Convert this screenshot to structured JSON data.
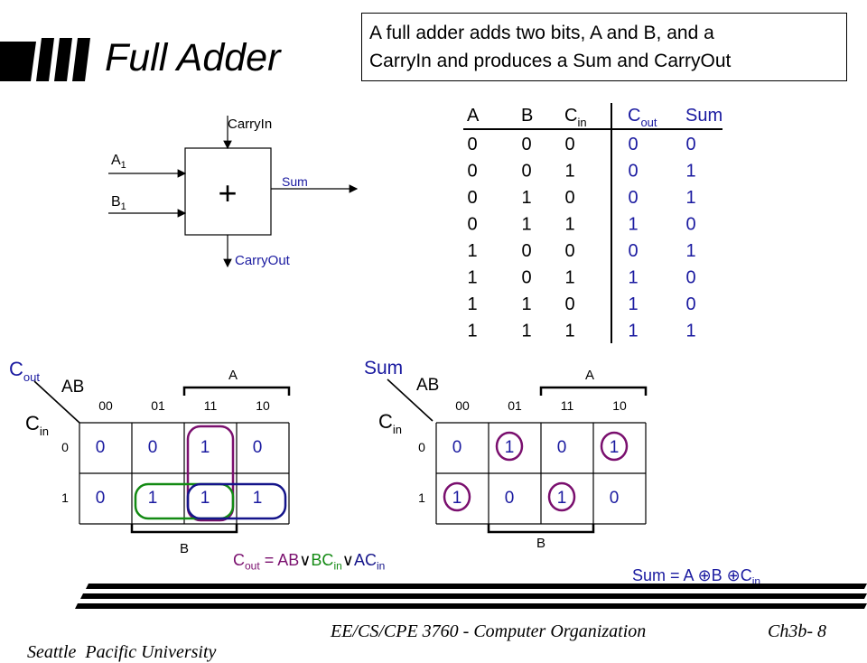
{
  "slide": {
    "title": "Full Adder",
    "callout": [
      "A full adder adds two bits, A and B, and a",
      "CarryIn and produces a Sum and CarryOut"
    ]
  },
  "adder_block": {
    "symbol": "+",
    "input_a": "A",
    "input_a_sub": "1",
    "input_b": "B",
    "input_b_sub": "1",
    "carry_in": "CarryIn",
    "sum": "Sum",
    "carry_out": "CarryOut"
  },
  "truth_table": {
    "headers": [
      {
        "main": "A",
        "sub": ""
      },
      {
        "main": "B",
        "sub": ""
      },
      {
        "main": "C",
        "sub": "in"
      },
      {
        "main": "C",
        "sub": "out"
      },
      {
        "main": "Sum",
        "sub": ""
      }
    ],
    "rows": [
      [
        "0",
        "0",
        "0",
        "0",
        "0"
      ],
      [
        "0",
        "0",
        "1",
        "0",
        "1"
      ],
      [
        "0",
        "1",
        "0",
        "0",
        "1"
      ],
      [
        "0",
        "1",
        "1",
        "1",
        "0"
      ],
      [
        "1",
        "0",
        "0",
        "0",
        "1"
      ],
      [
        "1",
        "0",
        "1",
        "1",
        "0"
      ],
      [
        "1",
        "1",
        "0",
        "1",
        "0"
      ],
      [
        "1",
        "1",
        "1",
        "1",
        "1"
      ]
    ]
  },
  "kmap_cout": {
    "name_main": "C",
    "name_sub": "out",
    "row_var_main": "C",
    "row_var_sub": "in",
    "col_var": "AB",
    "col_headers": [
      "00",
      "01",
      "11",
      "10"
    ],
    "row_headers": [
      "0",
      "1"
    ],
    "cells": [
      [
        "0",
        "0",
        "1",
        "0"
      ],
      [
        "0",
        "1",
        "1",
        "1"
      ]
    ],
    "span_a": "A",
    "span_b": "B",
    "groups": [
      {
        "color": "#7a0f6e",
        "cells": [
          [
            0,
            2
          ],
          [
            1,
            2
          ]
        ]
      },
      {
        "color": "#138a13",
        "cells": [
          [
            1,
            1
          ],
          [
            1,
            2
          ]
        ]
      },
      {
        "color": "#14148a",
        "cells": [
          [
            1,
            2
          ],
          [
            1,
            3
          ]
        ]
      }
    ]
  },
  "kmap_sum": {
    "name": "Sum",
    "row_var_main": "C",
    "row_var_sub": "in",
    "col_var": "AB",
    "col_headers": [
      "00",
      "01",
      "11",
      "10"
    ],
    "row_headers": [
      "0",
      "1"
    ],
    "cells": [
      [
        "0",
        "1",
        "0",
        "1"
      ],
      [
        "1",
        "0",
        "1",
        "0"
      ]
    ],
    "span_a": "A",
    "span_b": "B",
    "circled": [
      [
        0,
        1
      ],
      [
        0,
        3
      ],
      [
        1,
        0
      ],
      [
        1,
        2
      ]
    ],
    "circle_color": "#7a0f6e"
  },
  "equations": {
    "cout_lhs_main": "C",
    "cout_lhs_sub": "out",
    "cout_eq": " = ",
    "cout_t1": "AB",
    "or_sym": "∨",
    "cout_t2_main": "BC",
    "cout_t2_sub": "in",
    "cout_t3_main": "AC",
    "cout_t3_sub": "in",
    "sum_lhs": "Sum = A ",
    "xor_sym": "⊕",
    "sum_b": "B ",
    "sum_c_main": "C",
    "sum_c_sub": "in"
  },
  "footer": {
    "university_s": "S",
    "university_rest": "eattle  Pacific University",
    "course": "EE/CS/CPE 3760 - Computer Organization",
    "page": "Ch3b- 8"
  },
  "colors": {
    "blue": "#1a1aa0",
    "purple": "#7a0f6e",
    "green": "#138a13",
    "navy": "#14148a",
    "bar": "#000000"
  }
}
